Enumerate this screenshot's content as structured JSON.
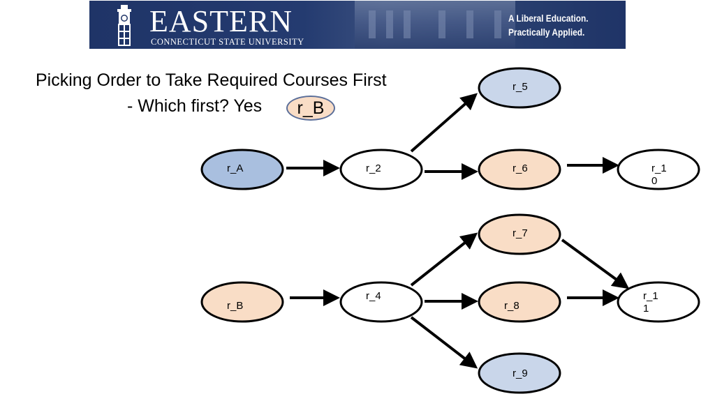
{
  "banner": {
    "wordmark": "EASTERN",
    "wordmark_sub": "CONNECTICUT STATE UNIVERSITY",
    "tagline_line1": "A Liberal Education.",
    "tagline_line2": "Practically Applied."
  },
  "title": {
    "line1": "Picking Order to Take Required Courses First",
    "line2": "- Which first?   Yes",
    "answer": "r_B"
  },
  "colors": {
    "blue_fill": "#c9d6ea",
    "blue_dark_fill": "#a9bfdf",
    "peach_fill": "#f9ddc6",
    "white_fill": "#ffffff",
    "stroke": "#000000"
  },
  "nodes": [
    {
      "id": "rA",
      "label": "r_A",
      "fill": "blue_dark_fill"
    },
    {
      "id": "r2",
      "label": "r_2",
      "fill": "white_fill"
    },
    {
      "id": "r5",
      "label": "r_5",
      "fill": "blue_fill"
    },
    {
      "id": "r6",
      "label": "r_6",
      "fill": "peach_fill"
    },
    {
      "id": "r10",
      "label": "r_1\n0",
      "fill": "white_fill"
    },
    {
      "id": "rB",
      "label": "r_B",
      "fill": "peach_fill"
    },
    {
      "id": "r4",
      "label": "r_4",
      "fill": "white_fill"
    },
    {
      "id": "r7",
      "label": "r_7",
      "fill": "peach_fill"
    },
    {
      "id": "r8",
      "label": "r_8",
      "fill": "peach_fill"
    },
    {
      "id": "r9",
      "label": "r_9",
      "fill": "blue_fill"
    },
    {
      "id": "r11",
      "label": "r_1\n1",
      "fill": "white_fill"
    }
  ],
  "edges": [
    {
      "from": "rA",
      "to": "r2"
    },
    {
      "from": "r2",
      "to": "r5"
    },
    {
      "from": "r2",
      "to": "r6"
    },
    {
      "from": "r6",
      "to": "r10"
    },
    {
      "from": "rB",
      "to": "r4"
    },
    {
      "from": "r4",
      "to": "r7"
    },
    {
      "from": "r4",
      "to": "r8"
    },
    {
      "from": "r4",
      "to": "r9"
    },
    {
      "from": "r7",
      "to": "r11"
    },
    {
      "from": "r8",
      "to": "r11"
    }
  ]
}
